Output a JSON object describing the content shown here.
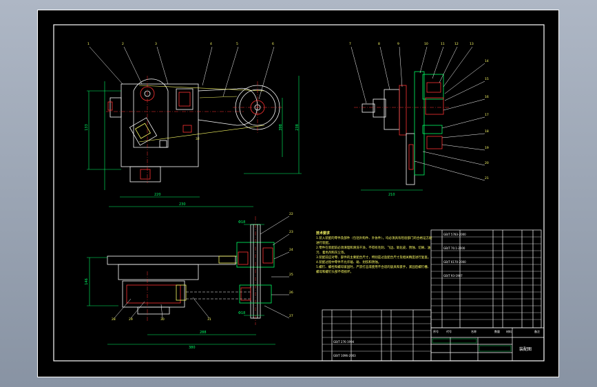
{
  "drawing": {
    "dims": {
      "front_width": "220",
      "front_inner_width": "230",
      "front_right_span": "398",
      "front_height": "133",
      "front_overall": "238",
      "side_width": "210",
      "bottom_width": "380",
      "bottom_inner": "288",
      "bottom_height": "146",
      "shaft_top_dia": "Φ18",
      "shaft_bottom_dia": "Φ18"
    },
    "part_numbers": [
      "1",
      "2",
      "3",
      "4",
      "5",
      "6",
      "7",
      "8",
      "9",
      "10",
      "11",
      "12",
      "13",
      "14",
      "15",
      "16",
      "17",
      "18",
      "19",
      "20",
      "21",
      "22",
      "23",
      "24",
      "25",
      "26",
      "27",
      "28",
      "29",
      "30",
      "31",
      "32"
    ],
    "notes_title": "技术要求",
    "notes": [
      "1.装入装配的零件及部件（包括外购件、外协件），均必须具有检验部门的合格证方能进行装配。",
      "2.零件在装配前必须清理和清洗干净，不得有毛刺、飞边、氧化皮、锈蚀、切屑、油污、着色剂和灰尘等。",
      "3.装配前应对零、部件的主要配合尺寸，特别是过盈配合尺寸及相关精度进行复查。",
      "4.装配过程中零件不允许磕、碰、划伤和锈蚀。",
      "5.螺钉、螺栓和螺母紧固时，严禁打击或使用不合适的旋具和扳手，紧固后螺钉槽、螺母和螺钉头部不得损坏。"
    ],
    "title_block": {
      "col_seq": "序号",
      "col_code": "代号",
      "col_name": "名称",
      "col_qty": "数量",
      "col_material": "材料",
      "col_note": "备注",
      "drawing_title": "装配图",
      "codes": [
        "GB/T 5783-2000",
        "GB/T 70.1-2000",
        "GB/T 6170-2000",
        "GB/T 93-1987",
        "GB/T 276-1994",
        "GB/T 1096-2003"
      ]
    }
  }
}
